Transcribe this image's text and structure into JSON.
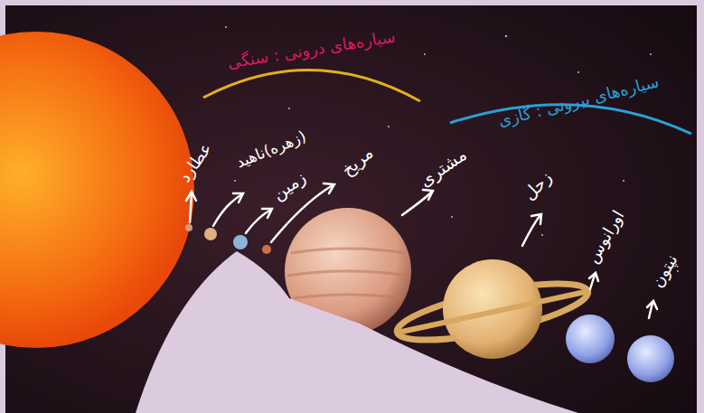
{
  "diagram": {
    "labels": [
      "سیاره‌های درونی : سنگی",
      "سیاره‌های بیرونی : گازی",
      "عطارد",
      "(زهره)ناهید",
      "زمین",
      "مریخ",
      "مشتری",
      "زحل",
      "اورانوس",
      "نپتون"
    ]
  }
}
